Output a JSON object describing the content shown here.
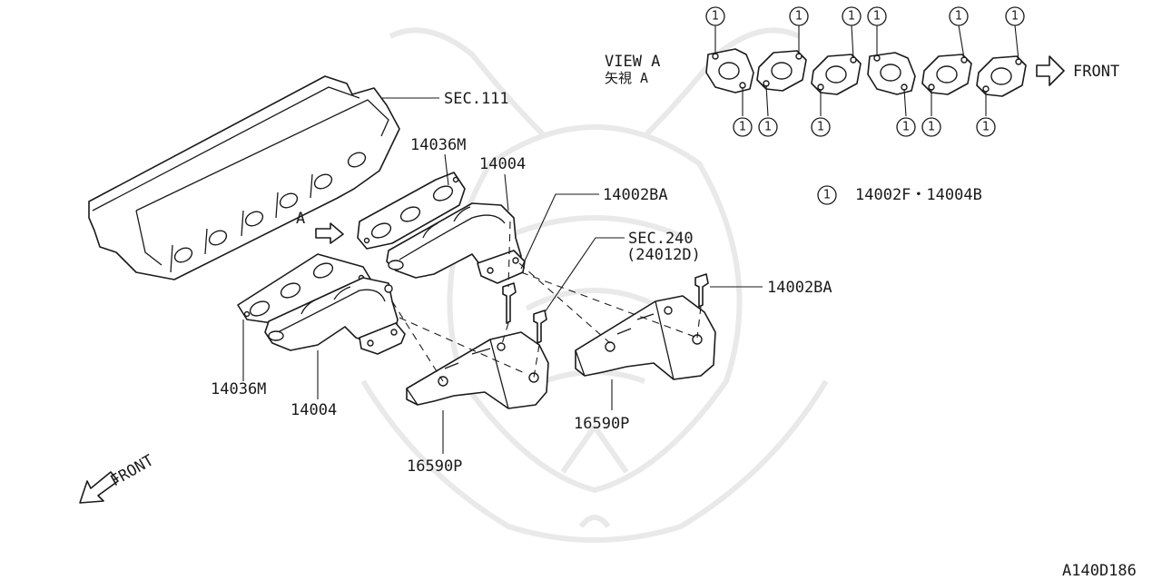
{
  "diagram": {
    "labels": {
      "sec111": "SEC.111",
      "p14036m_top": "14036M",
      "p14004_top": "14004",
      "p14002ba_top": "14002BA",
      "sec240": "SEC.240",
      "sec240_sub": "(24012D)",
      "p14002ba_right": "14002BA",
      "p14036m_bottom": "14036M",
      "p14004_bottom": "14004",
      "p16590p_left": "16590P",
      "p16590p_right": "16590P",
      "view_marker": "A"
    },
    "view_a": {
      "title": "VIEW A",
      "title_jp": "矢視 A",
      "front": "FRONT"
    },
    "legend": {
      "marker": "1",
      "text": "14002F・14004B"
    },
    "front_label": "FRONT",
    "diagram_id": "A140D186"
  }
}
